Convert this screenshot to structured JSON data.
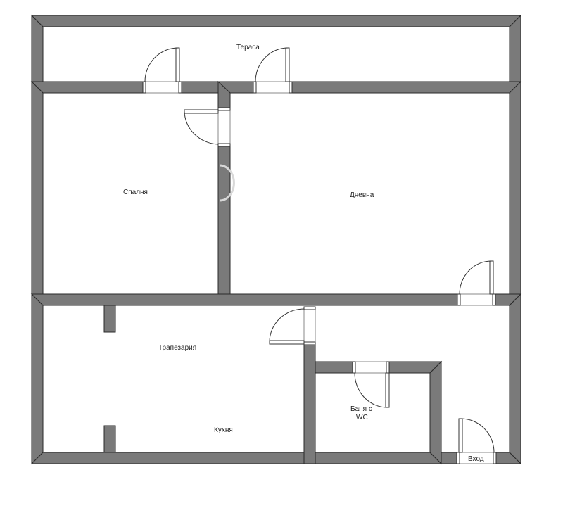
{
  "floor_plan": {
    "colors": {
      "wall_fill": "#7a7a7a",
      "wall_stroke": "#2a2a2a",
      "background": "#ffffff",
      "label_text": "#222222"
    },
    "rooms": [
      {
        "id": "terrace",
        "label": "Тераса"
      },
      {
        "id": "bedroom",
        "label": "Спалня"
      },
      {
        "id": "living",
        "label": "Дневна"
      },
      {
        "id": "dining",
        "label": "Трапезария"
      },
      {
        "id": "kitchen",
        "label": "Кухня"
      },
      {
        "id": "bathroom",
        "label_line1": "Баня с",
        "label_line2": "WC"
      },
      {
        "id": "entrance",
        "label": "Вход"
      }
    ],
    "doors": [
      {
        "id": "bedroom-terrace-door"
      },
      {
        "id": "living-terrace-door"
      },
      {
        "id": "bedroom-living-door"
      },
      {
        "id": "living-hall-door"
      },
      {
        "id": "kitchen-hall-door"
      },
      {
        "id": "bathroom-door"
      },
      {
        "id": "entrance-door"
      }
    ]
  }
}
